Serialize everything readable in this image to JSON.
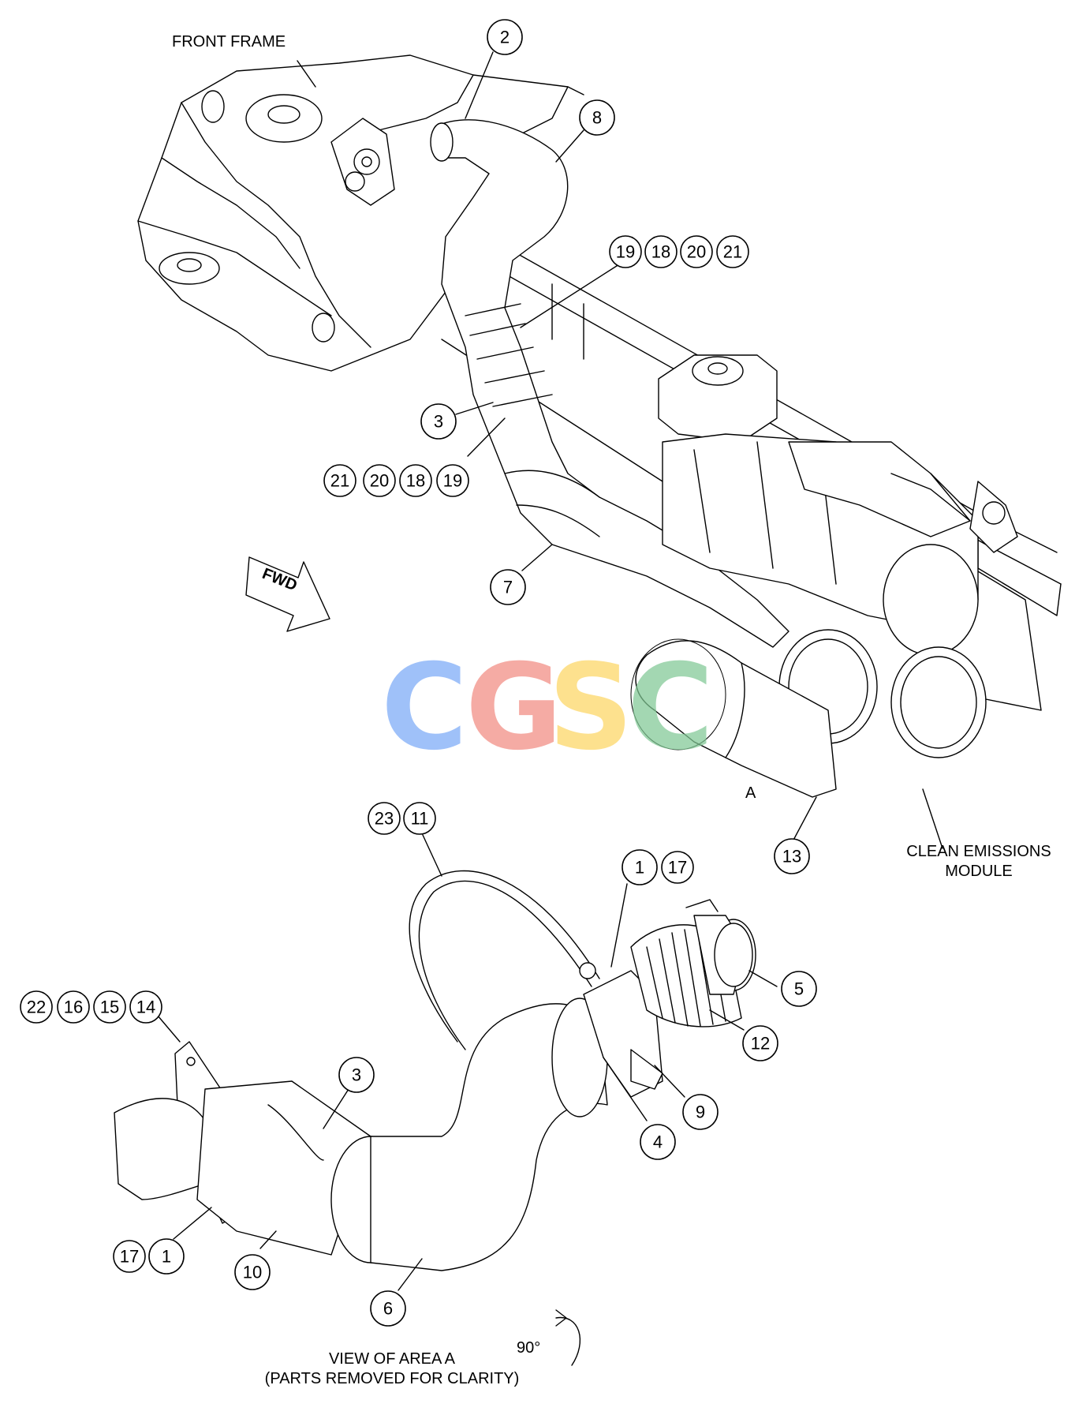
{
  "labels": {
    "front_frame": "FRONT FRAME",
    "fwd": "FWD",
    "area_marker": "A",
    "clean_emissions_line1": "CLEAN EMISSIONS",
    "clean_emissions_line2": "MODULE",
    "view_line1": "VIEW OF AREA A",
    "view_line2": "(PARTS REMOVED FOR CLARITY)",
    "rotation": "90°"
  },
  "watermark": {
    "letters": [
      "C",
      "G",
      "S",
      "C"
    ],
    "colors": [
      "#7baaf7",
      "#f28b82",
      "#fdd663",
      "#81c995"
    ]
  },
  "callouts": {
    "top_2": "2",
    "top_8": "8",
    "top_19a": "19",
    "top_18a": "18",
    "top_20a": "20",
    "top_21a": "21",
    "top_3": "3",
    "top_21b": "21",
    "top_20b": "20",
    "top_18b": "18",
    "top_19b": "19",
    "top_7": "7",
    "top_13": "13",
    "view_23": "23",
    "view_11": "11",
    "view_1a": "1",
    "view_17a": "17",
    "view_5": "5",
    "view_12": "12",
    "view_9": "9",
    "view_4": "4",
    "view_22": "22",
    "view_16": "16",
    "view_15": "15",
    "view_14": "14",
    "view_3": "3",
    "view_17b": "17",
    "view_1b": "1",
    "view_10": "10",
    "view_6": "6"
  }
}
